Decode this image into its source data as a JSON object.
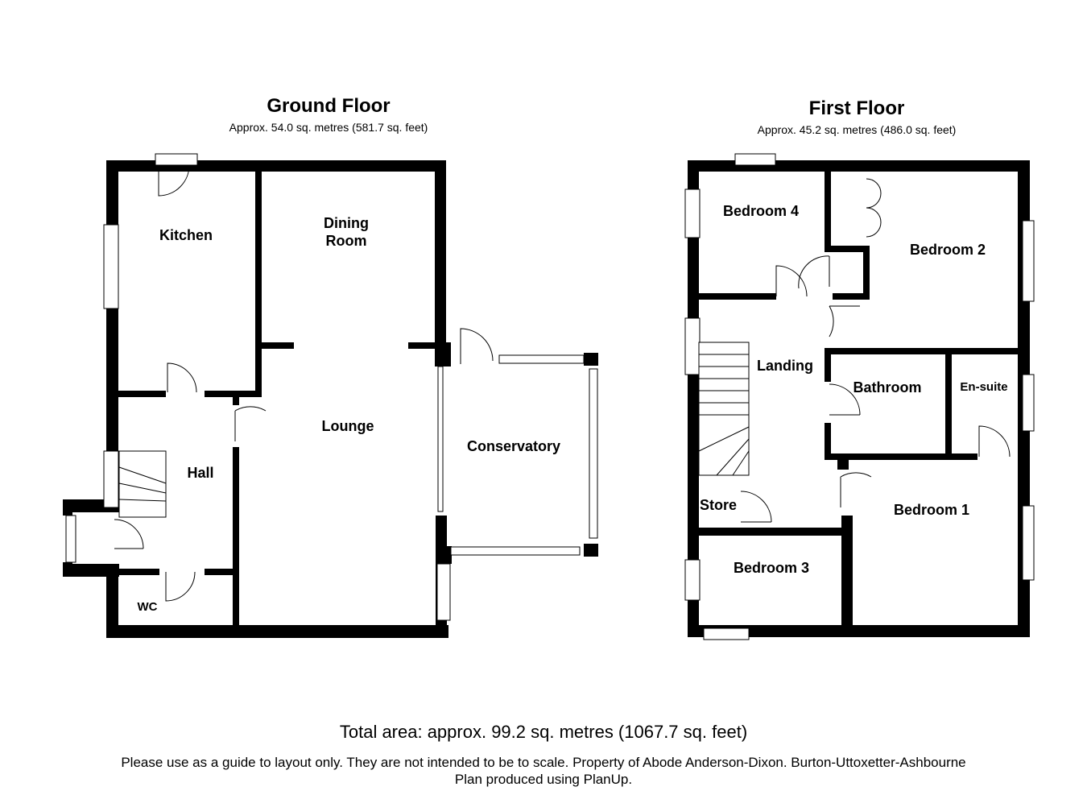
{
  "ground_floor": {
    "title": "Ground Floor",
    "area": "Approx. 54.0 sq. metres (581.7 sq. feet)",
    "rooms": {
      "kitchen": "Kitchen",
      "dining_line1": "Dining",
      "dining_line2": "Room",
      "lounge": "Lounge",
      "hall": "Hall",
      "wc": "WC",
      "conservatory": "Conservatory"
    }
  },
  "first_floor": {
    "title": "First Floor",
    "area": "Approx. 45.2 sq. metres (486.0 sq. feet)",
    "rooms": {
      "bedroom4": "Bedroom 4",
      "bedroom2": "Bedroom 2",
      "landing": "Landing",
      "bathroom": "Bathroom",
      "ensuite": "En-suite",
      "store": "Store",
      "bedroom1": "Bedroom 1",
      "bedroom3": "Bedroom 3"
    }
  },
  "footer": {
    "total": "Total area: approx. 99.2 sq. metres (1067.7 sq. feet)",
    "note_line1": "Please use as a guide to layout only. They are not intended to be to scale. Property of Abode Anderson-Dixon. Burton-Uttoxetter-Ashbourne",
    "note_line2": "Plan produced using PlanUp."
  }
}
